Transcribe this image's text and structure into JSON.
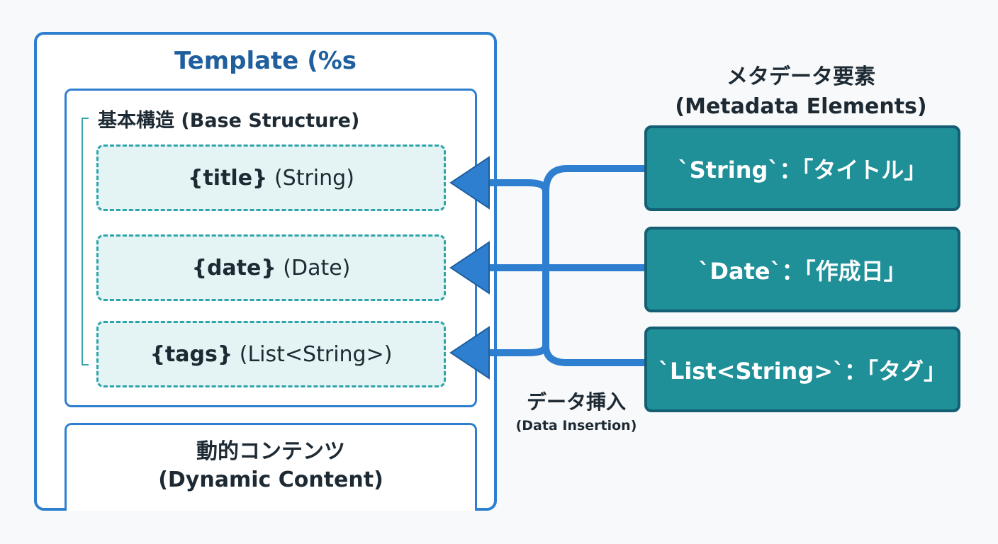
{
  "template": {
    "title": "Template (%s",
    "base_structure_label": "基本構造 (Base Structure)",
    "fields": [
      {
        "placeholder": "{title}",
        "type": "(String)"
      },
      {
        "placeholder": "{date}",
        "type": "(Date)"
      },
      {
        "placeholder": "{tags}",
        "type": "(List<String>)"
      }
    ],
    "dynamic_content": {
      "jp": "動的コンテンツ",
      "en": "(Dynamic Content)"
    }
  },
  "metadata": {
    "heading_jp": "メタデータ要素",
    "heading_en": "(Metadata Elements)",
    "items": [
      {
        "label": "`String`：「タイトル」"
      },
      {
        "label": "`Date`：「作成日」"
      },
      {
        "label": "`List<String>`：「タグ」"
      }
    ]
  },
  "insertion": {
    "jp": "データ挿入",
    "en": "(Data Insertion)"
  },
  "colors": {
    "arrow": "#2f7fd0",
    "metadata_box": "#1f8f98",
    "field_fill": "#e4f4f4"
  }
}
